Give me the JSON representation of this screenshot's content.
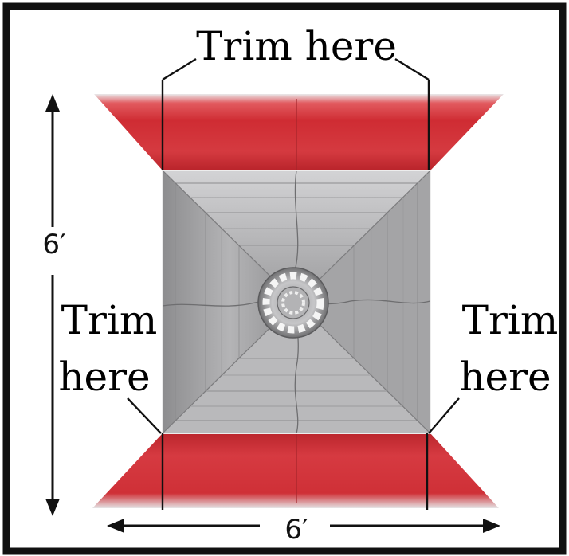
{
  "labels": {
    "trim_top": "Trim here",
    "trim_left_line1": "Trim",
    "trim_left_line2": "here",
    "trim_right_line1": "Trim",
    "trim_right_line2": "here",
    "height_dimension": "6′",
    "width_dimension": "6′"
  },
  "colors": {
    "red_panel": "#d8353c",
    "gray_panel": "#a9a9a9",
    "frame": "#111111"
  }
}
